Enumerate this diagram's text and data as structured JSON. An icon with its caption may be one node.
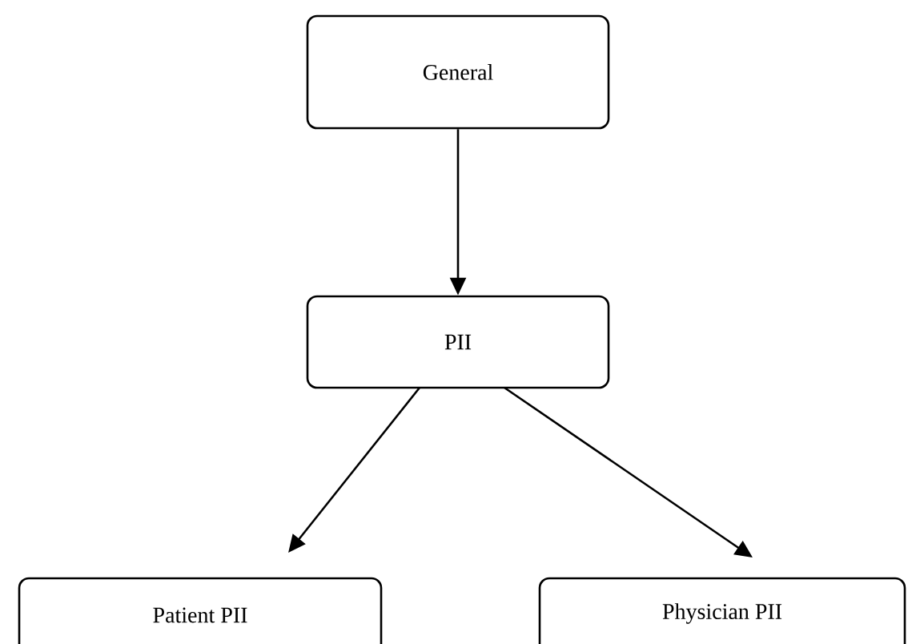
{
  "diagram": {
    "nodes": [
      {
        "text": [
          "General"
        ]
      },
      {
        "text": [
          "PII"
        ]
      },
      {
        "text": [
          "Patient PII"
        ]
      },
      {
        "text": [
          "Physician PII"
        ]
      }
    ],
    "edges": [
      {
        "from": 0,
        "to": 1,
        "arrow": "to"
      },
      {
        "from": 1,
        "to": 2,
        "arrow": "to"
      },
      {
        "from": 1,
        "to": 3,
        "arrow": "to"
      }
    ]
  }
}
